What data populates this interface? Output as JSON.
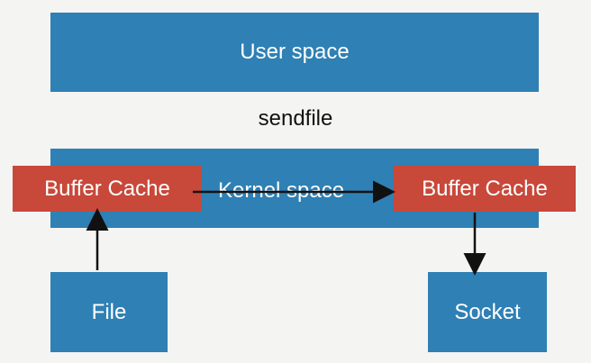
{
  "diagram": {
    "user_space": "User space",
    "title": "sendfile",
    "kernel_space": "Kernel space",
    "buffer_left": "Buffer Cache",
    "buffer_right": "Buffer Cache",
    "file": "File",
    "socket": "Socket"
  },
  "colors": {
    "background": "#f4f4f2",
    "blue": "#2f80b4",
    "red": "#c8483a",
    "arrow": "#111111",
    "text_light": "#ffffff",
    "text_dark": "#111111"
  }
}
